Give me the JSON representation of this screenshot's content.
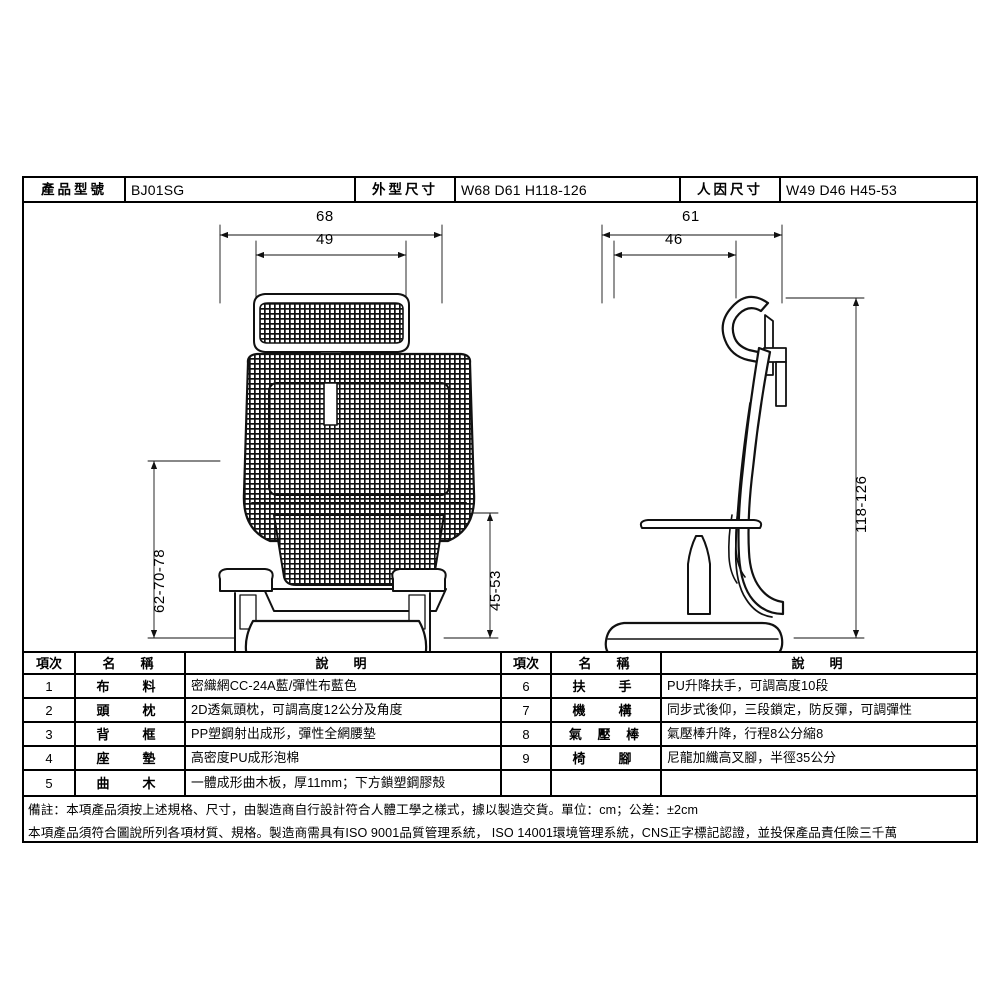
{
  "header": {
    "model_label": "產品型號",
    "model_value": "BJ01SG",
    "outer_dim_label": "外型尺寸",
    "outer_dim_value": "W68 D61 H118-126",
    "ergo_dim_label": "人因尺寸",
    "ergo_dim_value": "W49 D46 H45-53"
  },
  "drawing": {
    "front_view": {
      "overall_width": "68",
      "seat_width": "49",
      "overall_height_range": "62-70-78"
    },
    "side_view": {
      "overall_depth": "61",
      "seat_depth": "46",
      "overall_height_range": "118-126"
    },
    "seat_height_range": "45-53"
  },
  "spec_table": {
    "columns": {
      "index": "項次",
      "name": "名　稱",
      "description": "說　明"
    },
    "left_rows": [
      {
        "index": "1",
        "name": "布　料",
        "description": "密織網CC-24A藍/彈性布藍色"
      },
      {
        "index": "2",
        "name": "頭　枕",
        "description": "2D透氣頭枕，可調高度12公分及角度"
      },
      {
        "index": "3",
        "name": "背　框",
        "description": "PP塑鋼射出成形，彈性全網腰墊"
      },
      {
        "index": "4",
        "name": "座　墊",
        "description": "高密度PU成形泡棉"
      },
      {
        "index": "5",
        "name": "曲　木",
        "description": "一體成形曲木板，厚11mm；下方鎖塑鋼膠殼"
      }
    ],
    "right_rows": [
      {
        "index": "6",
        "name": "扶　手",
        "description": "PU升降扶手，可調高度10段"
      },
      {
        "index": "7",
        "name": "機　構",
        "description": "同步式後仰，三段鎖定，防反彈，可調彈性"
      },
      {
        "index": "8",
        "name": "氣 壓 棒",
        "description": "氣壓棒升降，行程8公分縮8"
      },
      {
        "index": "9",
        "name": "椅　腳",
        "description": "尼龍加纖高叉腳，半徑35公分"
      },
      {
        "index": "",
        "name": "",
        "description": ""
      }
    ]
  },
  "footer": {
    "line1": "備註：本項產品須按上述規格、尺寸，由製造商自行設計符合人體工學之樣式，據以製造交貨。單位：cm；公差：±2cm",
    "line2": "本項產品須符合圖說所列各項材質、規格。製造商需具有ISO 9001品質管理系統， ISO 14001環境管理系統，CNS正字標記認證，並投保產品責任險三千萬"
  },
  "colors": {
    "line": "#1a1a1a",
    "background": "#ffffff"
  }
}
